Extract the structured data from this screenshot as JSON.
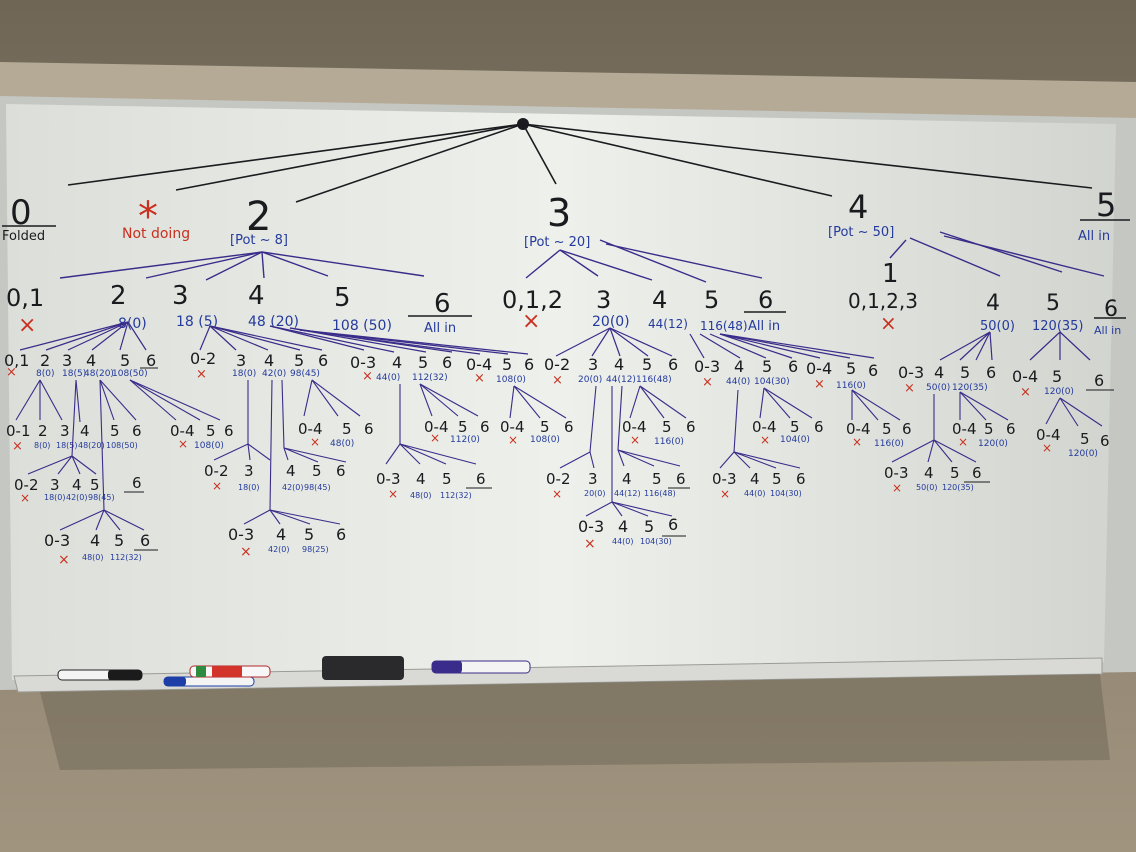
{
  "title": "Whiteboard game tree diagram",
  "colors": {
    "wall": "#8a7f6e",
    "board": "#e9ebe6",
    "black_ink": "#1b1b1f",
    "red_ink": "#c9301f",
    "blue_ink": "#243a9c",
    "purple_ink": "#3a2c8a"
  },
  "top_level": [
    {
      "label": "0",
      "sub": "Folded",
      "color": "black"
    },
    {
      "label": "*",
      "sub": "Not doing",
      "color": "red"
    },
    {
      "label": "2",
      "sub": "[Pot ~ 8]",
      "color": "black"
    },
    {
      "label": "3",
      "sub": "[Pot ~ 20]",
      "color": "black"
    },
    {
      "label": "4",
      "sub": "[Pot ~ 50]",
      "color": "black"
    },
    {
      "label": "5",
      "sub": "All in",
      "color": "black"
    }
  ],
  "level2": {
    "under_2": [
      {
        "label": "0,1",
        "note": "×"
      },
      {
        "label": "2",
        "note": "8(0)"
      },
      {
        "label": "3",
        "note": "18 (5)"
      },
      {
        "label": "4",
        "note": "48 (20)"
      },
      {
        "label": "5",
        "note": "108 (50)"
      },
      {
        "label": "6",
        "note": "All in"
      }
    ],
    "under_3": [
      {
        "label": "0,1,2",
        "note": "×"
      },
      {
        "label": "3",
        "note": "20(0)"
      },
      {
        "label": "4",
        "note": "44(12)"
      },
      {
        "label": "5",
        "note": "116(48)"
      },
      {
        "label": "6",
        "note": "All in"
      }
    ],
    "under_4": [
      {
        "label": "1",
        "note": ""
      },
      {
        "label": "0,1,2,3",
        "note": "×"
      },
      {
        "label": "4",
        "note": "50(0)"
      },
      {
        "label": "5",
        "note": "120(35)"
      },
      {
        "label": "6",
        "note": "All in"
      }
    ]
  },
  "level3": [
    {
      "group": "a",
      "labels": [
        "0,1",
        "2",
        "3",
        "4",
        "5",
        "6"
      ],
      "notes": [
        "8(0)",
        "18(5)",
        "48(20)",
        "108(50)"
      ]
    },
    {
      "group": "b",
      "labels": [
        "0-2",
        "3",
        "4",
        "5",
        "6"
      ],
      "notes": [
        "18(0)",
        "42(0)",
        "98(45)"
      ]
    },
    {
      "group": "c",
      "labels": [
        "0-3",
        "4",
        "5",
        "6"
      ],
      "notes": [
        "44(0)",
        "112(32)"
      ]
    },
    {
      "group": "d",
      "labels": [
        "0-4",
        "5",
        "6"
      ],
      "notes": [
        "108(0)"
      ]
    },
    {
      "group": "e",
      "labels": [
        "0-2",
        "3",
        "4",
        "5",
        "6"
      ],
      "notes": [
        "20(0)",
        "44(12)",
        "116(48)"
      ]
    },
    {
      "group": "f",
      "labels": [
        "0-3",
        "4",
        "5",
        "6"
      ],
      "notes": [
        "44(0)",
        "104(30)"
      ]
    },
    {
      "group": "g",
      "labels": [
        "0-4",
        "5",
        "6"
      ],
      "notes": [
        "116(0)"
      ]
    },
    {
      "group": "h",
      "labels": [
        "0-3",
        "4",
        "5",
        "6"
      ],
      "notes": [
        "50(0)",
        "120(35)"
      ]
    },
    {
      "group": "i",
      "labels": [
        "0-4",
        "5",
        "6"
      ],
      "notes": [
        "120(0)"
      ]
    }
  ],
  "level4": [
    {
      "labels": [
        "0-1",
        "2",
        "3",
        "4",
        "5",
        "6"
      ],
      "notes": [
        "8(0)",
        "18(5)",
        "48(20)",
        "108(50)"
      ]
    },
    {
      "labels": [
        "0-4",
        "5",
        "6"
      ],
      "notes": [
        "108(0)"
      ]
    },
    {
      "labels": [
        "0-4",
        "5",
        "6"
      ],
      "notes": [
        "48(0)"
      ]
    },
    {
      "labels": [
        "0-4",
        "5",
        "6"
      ],
      "notes": [
        "112(0)"
      ]
    },
    {
      "labels": [
        "0-4",
        "5",
        "6"
      ],
      "notes": [
        "108(0)"
      ]
    },
    {
      "labels": [
        "0-4",
        "5",
        "6"
      ],
      "notes": [
        "116(0)"
      ]
    },
    {
      "labels": [
        "0-4",
        "5",
        "6"
      ],
      "notes": [
        "104(0)"
      ]
    },
    {
      "labels": [
        "0-4",
        "5",
        "6"
      ],
      "notes": [
        "116(0)"
      ]
    },
    {
      "labels": [
        "0-4",
        "5",
        "6"
      ],
      "notes": [
        "120(0)"
      ]
    },
    {
      "labels": [
        "0-4",
        "5",
        "6"
      ],
      "notes": [
        "120(0)"
      ]
    }
  ],
  "level5": [
    {
      "labels": [
        "0-2",
        "3",
        "4",
        "5",
        "6"
      ],
      "notes": [
        "18(0)",
        "42(0)",
        "98(45)"
      ]
    },
    {
      "labels": [
        "0-2",
        "3",
        "4",
        "5",
        "6"
      ],
      "notes": [
        "18(0)",
        "42(0)",
        "98(45)"
      ]
    },
    {
      "labels": [
        "0-3",
        "4",
        "5",
        "6"
      ],
      "notes": [
        "48(0)",
        "112(32)"
      ]
    },
    {
      "labels": [
        "0-2",
        "3",
        "4",
        "5",
        "6"
      ],
      "notes": [
        "20(0)",
        "44(12)",
        "116(48)"
      ]
    },
    {
      "labels": [
        "0-3",
        "4",
        "5",
        "6"
      ],
      "notes": [
        "44(0)",
        "104(30)"
      ]
    },
    {
      "labels": [
        "0-3",
        "4",
        "5",
        "6"
      ],
      "notes": [
        "50(0)",
        "120(35)"
      ]
    }
  ],
  "level6": [
    {
      "labels": [
        "0-3",
        "4",
        "5",
        "6"
      ],
      "notes": [
        "48(0)",
        "112(32)"
      ]
    },
    {
      "labels": [
        "0-3",
        "4",
        "5",
        "6"
      ],
      "notes": [
        "42(0)",
        "98(25)"
      ]
    },
    {
      "labels": [
        "0-3",
        "4",
        "5",
        "6"
      ],
      "notes": [
        "44(0)",
        "104(30)"
      ]
    }
  ]
}
